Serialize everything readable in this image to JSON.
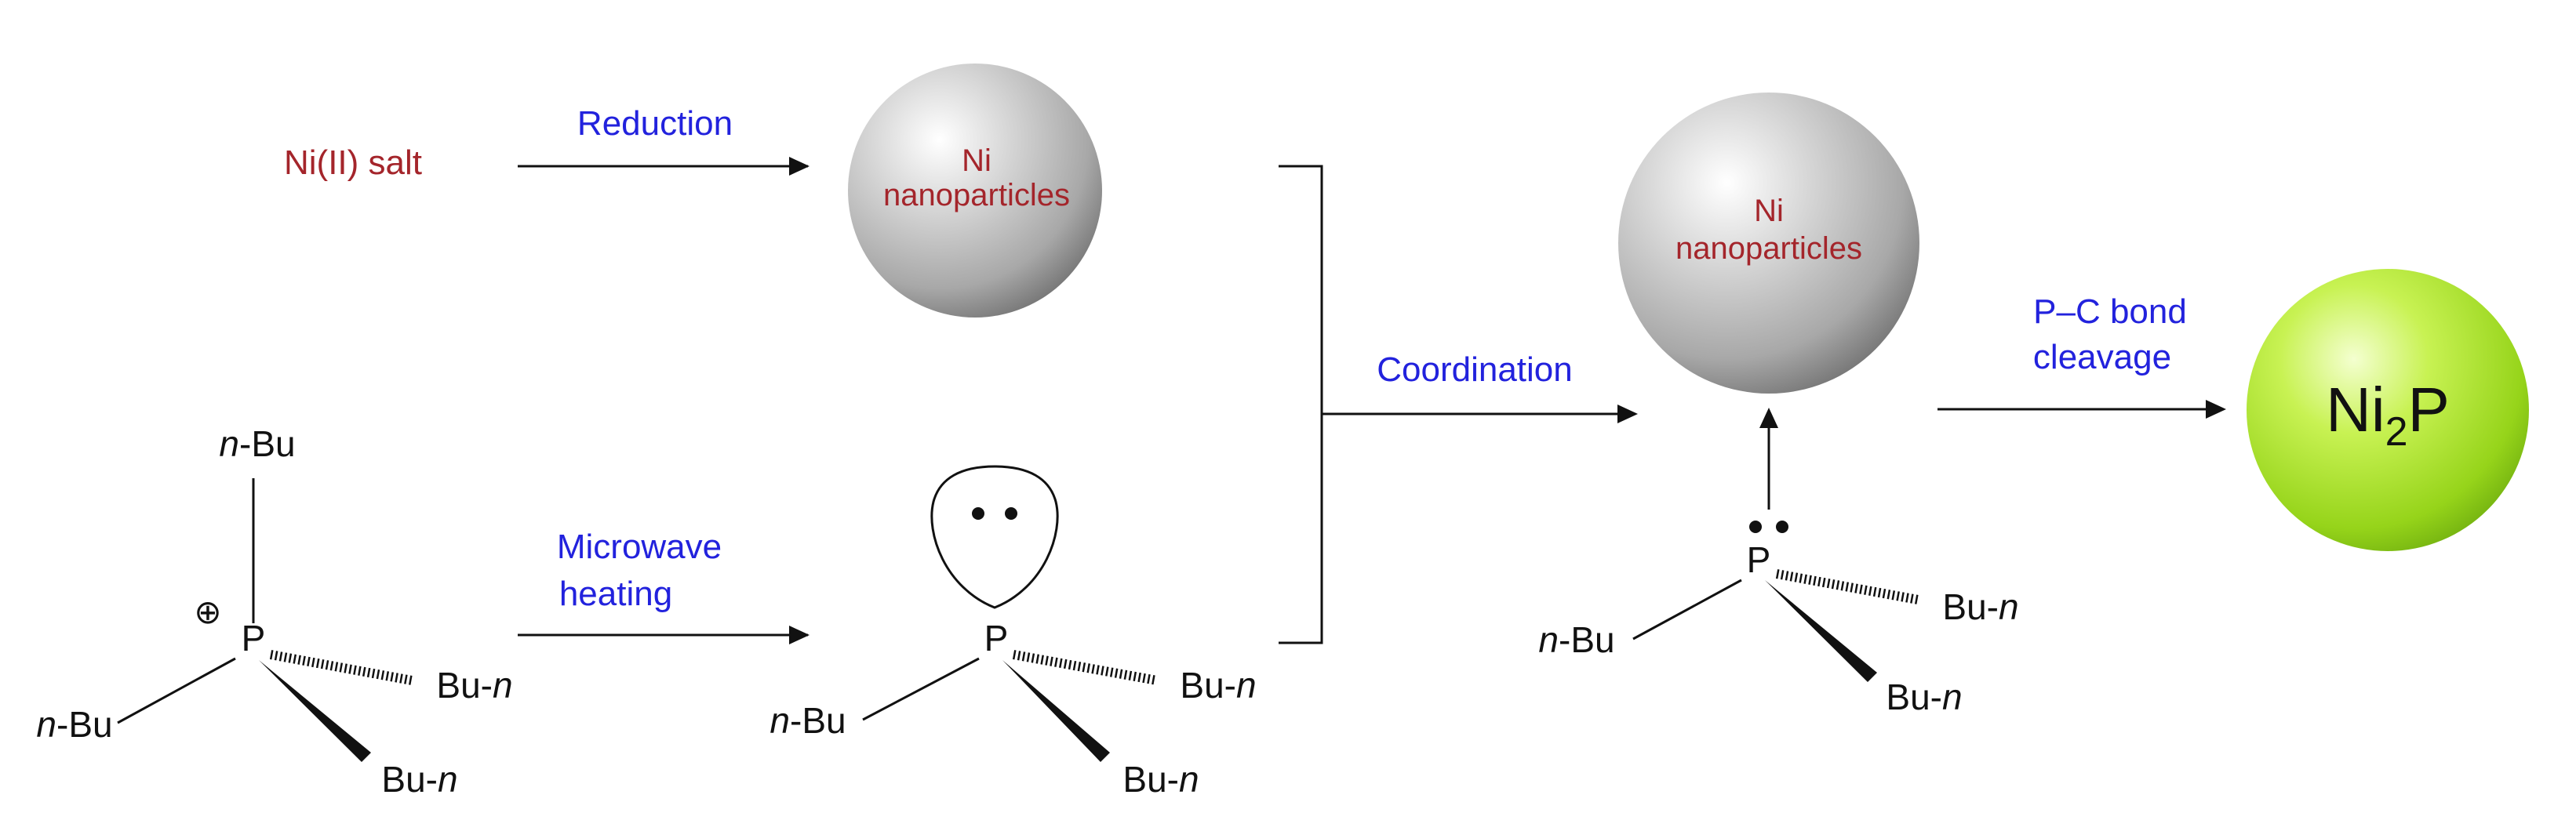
{
  "colors": {
    "reagent_text": "#a4252b",
    "step_text": "#2222dd",
    "structure_text": "#111111",
    "ni_sphere": "#bdbdbd",
    "ni2p_sphere": "#9fe022"
  },
  "top_row": {
    "reagent": "Ni(II) salt",
    "step": "Reduction",
    "product_line1": "Ni",
    "product_line2": "nanoparticles"
  },
  "bottom_row": {
    "start_substituent_top": "n-Bu",
    "start_atom": "P",
    "start_charge": "⊕",
    "start_substituent_right": "Bu-n",
    "start_substituent_left": "n-Bu",
    "start_substituent_down": "Bu-n",
    "step_line1": "Microwave",
    "step_line2": "heating",
    "product_atom": "P",
    "product_substituent_right": "Bu-n",
    "product_substituent_left": "n-Bu",
    "product_substituent_down": "Bu-n"
  },
  "merge_step": {
    "label": "Coordination"
  },
  "complex": {
    "sphere_line1": "Ni",
    "sphere_line2": "nanoparticles",
    "atom": "P",
    "substituent_right": "Bu-n",
    "substituent_left": "n-Bu",
    "substituent_down": "Bu-n"
  },
  "final_step": {
    "line1": "P–C bond",
    "line2": "cleavage"
  },
  "final_product": {
    "element": "Ni",
    "subscript": "2",
    "element2": "P"
  }
}
